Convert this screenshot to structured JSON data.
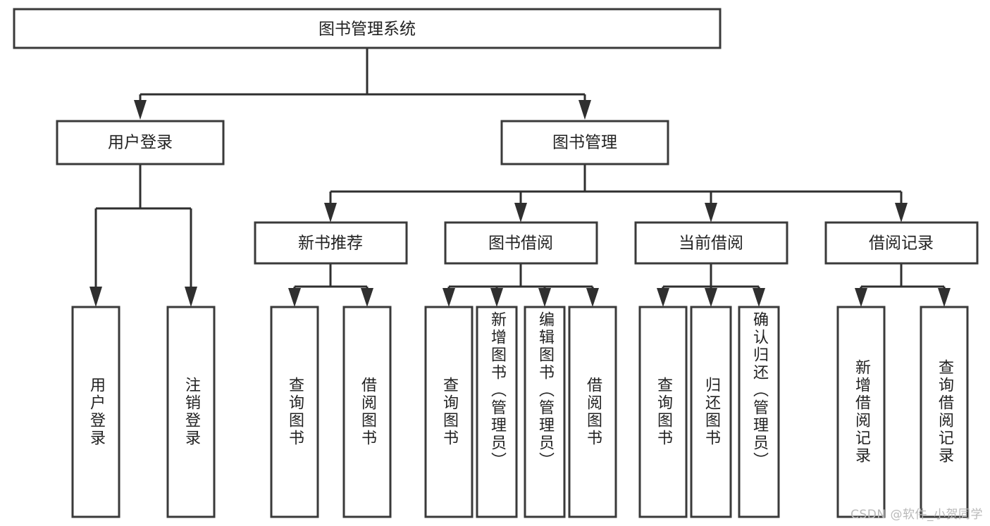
{
  "diagram": {
    "type": "tree",
    "orientation": "top-down",
    "title": "图书管理系统",
    "watermark": "CSDN @软件_小贺同学",
    "colors": {
      "box_fill": "#ffffff",
      "box_stroke": "#3a3a3a",
      "connector": "#2f2f2f",
      "label_text": "#222222",
      "watermark_text": "#b9b9b9",
      "background": "#ffffff"
    },
    "levels": {
      "root": {
        "label": "图书管理系统"
      },
      "level2": [
        {
          "id": "user-login",
          "label": "用户登录"
        },
        {
          "id": "book-management",
          "label": "图书管理"
        }
      ],
      "level3": [
        {
          "id": "new-book-recommend",
          "label": "新书推荐",
          "parent": "book-management"
        },
        {
          "id": "book-borrow",
          "label": "图书借阅",
          "parent": "book-management"
        },
        {
          "id": "current-borrow",
          "label": "当前借阅",
          "parent": "book-management"
        },
        {
          "id": "borrow-record",
          "label": "借阅记录",
          "parent": "book-management"
        }
      ],
      "leaves": [
        {
          "id": "leaf-user-login",
          "label": "用户登录",
          "parent": "user-login"
        },
        {
          "id": "leaf-logout-login",
          "label": "注销登录",
          "parent": "user-login"
        },
        {
          "id": "leaf-query-book-1",
          "label": "查询图书",
          "parent": "new-book-recommend"
        },
        {
          "id": "leaf-borrow-book-1",
          "label": "借阅图书",
          "parent": "new-book-recommend"
        },
        {
          "id": "leaf-query-book-2",
          "label": "查询图书",
          "parent": "book-borrow"
        },
        {
          "id": "leaf-add-book",
          "label": "新增图书（管理员）",
          "parent": "book-borrow"
        },
        {
          "id": "leaf-edit-book",
          "label": "编辑图书（管理员）",
          "parent": "book-borrow"
        },
        {
          "id": "leaf-borrow-book-2",
          "label": "借阅图书",
          "parent": "book-borrow"
        },
        {
          "id": "leaf-query-book-3",
          "label": "查询图书",
          "parent": "current-borrow"
        },
        {
          "id": "leaf-return-book",
          "label": "归还图书",
          "parent": "current-borrow"
        },
        {
          "id": "leaf-confirm-return",
          "label": "确认归还（管理员）",
          "parent": "current-borrow"
        },
        {
          "id": "leaf-add-record",
          "label": "新增借阅记录",
          "parent": "borrow-record"
        },
        {
          "id": "leaf-query-record",
          "label": "查询借阅记录",
          "parent": "borrow-record"
        }
      ]
    }
  }
}
